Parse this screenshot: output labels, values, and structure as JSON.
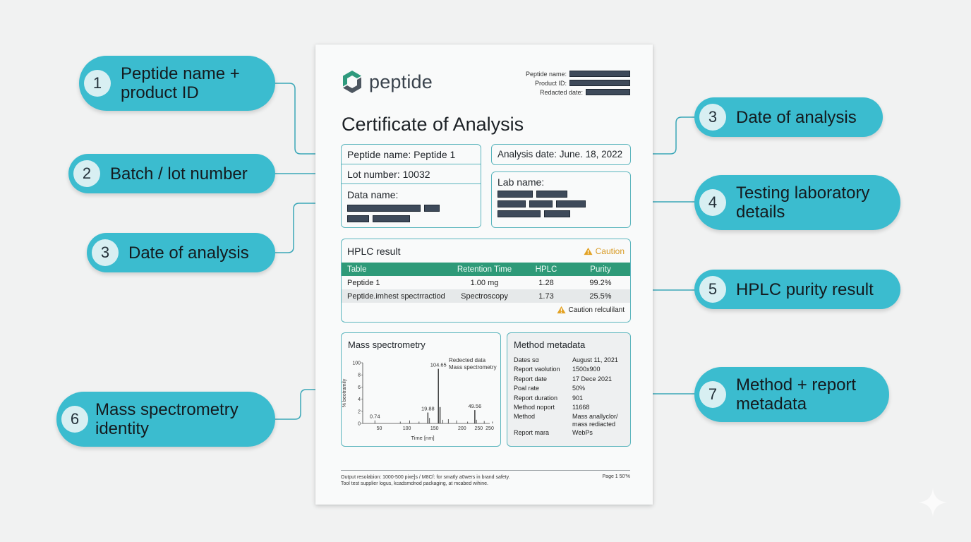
{
  "document": {
    "brand": "peptide",
    "header_fields": [
      {
        "label": "Peptide name:",
        "value": "[redacted]"
      },
      {
        "label": "Product ID:",
        "value": "[redacted]"
      },
      {
        "label": "Redacted date:",
        "value": "[redacted]"
      }
    ],
    "title": "Certificate of Analysis",
    "info_box": {
      "peptide_name": "Peptide name: Peptide 1",
      "lot_number": "Lot number: 10032",
      "data_name_label": "Data name:"
    },
    "analysis_date": "Analysis date: June. 18, 2022",
    "lab_name_label": "Lab name:",
    "hplc": {
      "title": "HPLC result",
      "caution_label": "Caution",
      "columns": [
        "Table",
        "Retention Time",
        "HPLC",
        "Purity"
      ],
      "rows": [
        [
          "Peptide 1",
          "1.00 mg",
          "1.28",
          "99.2%"
        ],
        [
          "Peptide.imhest spectrractiod",
          "Spectroscopy",
          "1.73",
          "25.5%"
        ]
      ],
      "footnote": "Caution relculilant",
      "accent_color": "#2e9a78",
      "caution_color": "#d89b25"
    },
    "mass_spec": {
      "title": "Mass spectrometry",
      "legend_line1": "Redected data",
      "legend_line2": "Mass spectrometry",
      "ylabel": "% beotramily",
      "xlabel": "Time [nm]",
      "yticks": [
        "100",
        "8",
        "6",
        "4",
        "2",
        "0"
      ],
      "xticks": [
        "50",
        "100",
        "150",
        "200",
        "250",
        "250"
      ],
      "peak_labels": [
        "0.74",
        "19.88",
        "104.65",
        "49.56"
      ]
    },
    "method_metadata": {
      "title": "Method metadata",
      "rows": [
        {
          "key": "Dates sα",
          "value": "August 11, 2021"
        },
        {
          "key": "Report vaolution",
          "value": "1500x900"
        },
        {
          "key": "Report date",
          "value": "17 Dece 2021"
        },
        {
          "key": "Poal rate",
          "value": "50%"
        },
        {
          "key": "Report duration",
          "value": "901"
        },
        {
          "key": "Method noport",
          "value": "11668"
        },
        {
          "key": "Method",
          "value": "Mass anallyclor/ mass rediacted"
        },
        {
          "key": "Report mara",
          "value": "WebPs"
        }
      ]
    },
    "footer": {
      "line1": "Output resolabion: 1000-500 pixe]s / M8Cf: for smatly a0wers in brand safety.",
      "line2": "Tool test supplier logus, kcadsmdnod packaging, at mcabed wihine.",
      "page": "Page 1 50'%"
    }
  },
  "callouts": [
    {
      "num": "1",
      "label": "Peptide name + product ID"
    },
    {
      "num": "2",
      "label": "Batch / lot number"
    },
    {
      "num": "3",
      "label": "Date of analysis"
    },
    {
      "num": "6",
      "label": "Mass spectrometry identity"
    },
    {
      "num": "3",
      "label": "Date of analysis"
    },
    {
      "num": "4",
      "label": "Testing laboratory details"
    },
    {
      "num": "5",
      "label": "HPLC purity result"
    },
    {
      "num": "7",
      "label": "Method + report metadata"
    }
  ],
  "colors": {
    "pill": "#3bbccf",
    "pill_number_bg": "#d8eff2",
    "connector": "#3aa7b8",
    "card_border": "#5bb5bd",
    "background": "#f1f2f2"
  },
  "chart_data": {
    "type": "bar",
    "title": "Mass spectrometry",
    "xlabel": "Time [nm]",
    "ylabel": "% beotramily",
    "x": [
      42,
      88,
      105,
      122,
      138,
      141,
      157,
      160,
      165,
      175,
      190,
      210,
      223,
      226,
      240,
      255
    ],
    "values": [
      0.5,
      0.3,
      0.5,
      0.3,
      1.8,
      0.9,
      9.0,
      2.7,
      0.6,
      0.7,
      0.5,
      0.3,
      2.2,
      0.6,
      0.4,
      0.3
    ],
    "annotations": [
      {
        "x": 42,
        "label": "0.74"
      },
      {
        "x": 138,
        "label": "19.88"
      },
      {
        "x": 157,
        "label": "104.65"
      },
      {
        "x": 223,
        "label": "49.56"
      }
    ],
    "ytick_labels": [
      "0",
      "2",
      "4",
      "6",
      "8",
      "100"
    ],
    "xtick_labels": [
      "50",
      "100",
      "150",
      "200",
      "250",
      "250"
    ],
    "xlim": [
      20,
      250
    ],
    "ylim": [
      0,
      10
    ],
    "legend": [
      "Redected data",
      "Mass spectrometry"
    ],
    "grid": false
  }
}
